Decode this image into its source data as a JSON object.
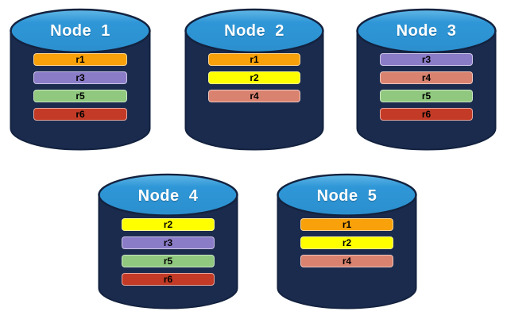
{
  "diagram": {
    "description_label": "replica distribution across database nodes",
    "background_color": "#FFFFFF"
  },
  "colors": {
    "cylinder_body": "#1B2B4E",
    "cylinder_outline": "#13223F",
    "cylinder_top_fill": "#2F97D7",
    "cylinder_top_highlight": "#62B7E6",
    "node_title_text": "#FFFFFF",
    "replica_text": "#000000"
  },
  "replica_colors": {
    "r1": "#F9A10A",
    "r2": "#FFFF00",
    "r3": "#8B7CC8",
    "r4": "#D9826F",
    "r5": "#8FC87E",
    "r6": "#C33B26"
  },
  "nodes": [
    {
      "label": "Node  1",
      "replicas": [
        "r1",
        "r3",
        "r5",
        "r6"
      ]
    },
    {
      "label": "Node  2",
      "replicas": [
        "r1",
        "r2",
        "r4"
      ]
    },
    {
      "label": "Node  3",
      "replicas": [
        "r3",
        "r4",
        "r5",
        "r6"
      ]
    },
    {
      "label": "Node  4",
      "replicas": [
        "r2",
        "r3",
        "r5",
        "r6"
      ]
    },
    {
      "label": "Node  5",
      "replicas": [
        "r1",
        "r2",
        "r4"
      ]
    }
  ]
}
